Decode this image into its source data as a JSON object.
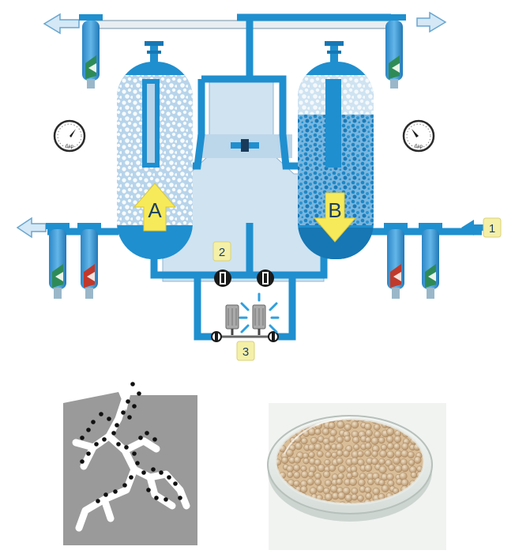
{
  "diagram": {
    "tower_labels": {
      "a": "A",
      "b": "B"
    },
    "callouts": {
      "inlet": "1",
      "valves": "2",
      "silencers": "3"
    },
    "gauge_unit": "бар"
  },
  "colors": {
    "pipe": "#1f8fcf",
    "pipe_dark": "#1677b4",
    "light_fill": "#cfe3f1",
    "tank_outline": "#2b8fcc",
    "arrow_yellow": "#f7ea5a",
    "callout_bg": "#f5f0a8",
    "pore_gray": "#9a9a9a",
    "dish_bead": "#c9ad88"
  }
}
